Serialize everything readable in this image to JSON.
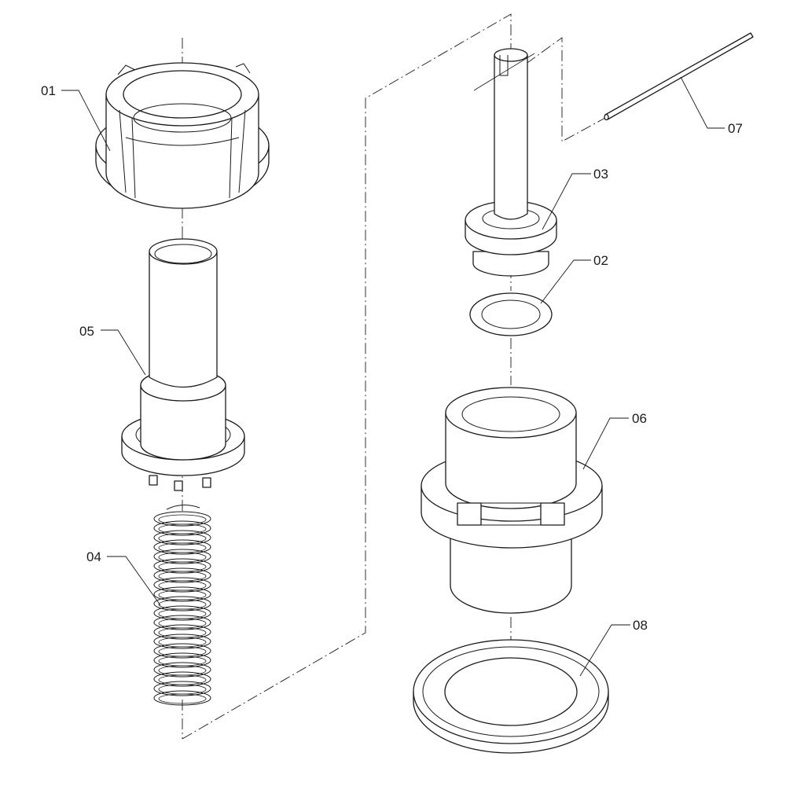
{
  "diagram": {
    "type": "exploded-parts-view",
    "parts": [
      {
        "id": "p01",
        "number": "01"
      },
      {
        "id": "p02",
        "number": "02"
      },
      {
        "id": "p03",
        "number": "03"
      },
      {
        "id": "p04",
        "number": "04"
      },
      {
        "id": "p05",
        "number": "05"
      },
      {
        "id": "p06",
        "number": "06"
      },
      {
        "id": "p07",
        "number": "07"
      },
      {
        "id": "p08",
        "number": "08"
      }
    ]
  }
}
